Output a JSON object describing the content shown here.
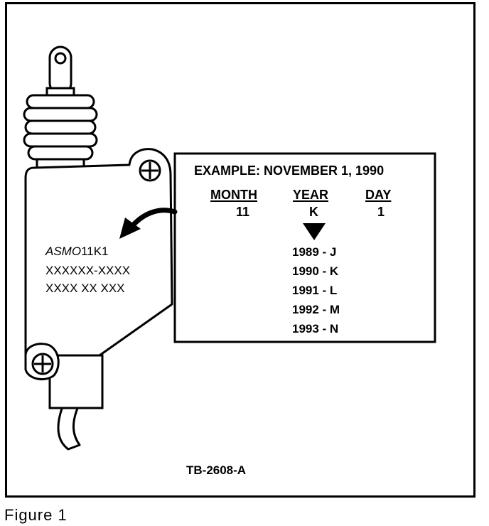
{
  "example": {
    "heading": "EXAMPLE:  NOVEMBER 1, 1990",
    "month_label": "MONTH",
    "year_label": "YEAR",
    "day_label": "DAY",
    "month_value": "11",
    "year_value": "K",
    "day_value": "1"
  },
  "year_codes": [
    "1989 - J",
    "1990 - K",
    "1991 - L",
    "1992 - M",
    "1993 - N"
  ],
  "part_label": {
    "brand": "ASMO",
    "code": "11K1",
    "line2": "XXXXXX-XXXX",
    "line3": "XXXX XX XXX"
  },
  "drawing_number": "TB-2608-A",
  "caption": "Figure  1"
}
